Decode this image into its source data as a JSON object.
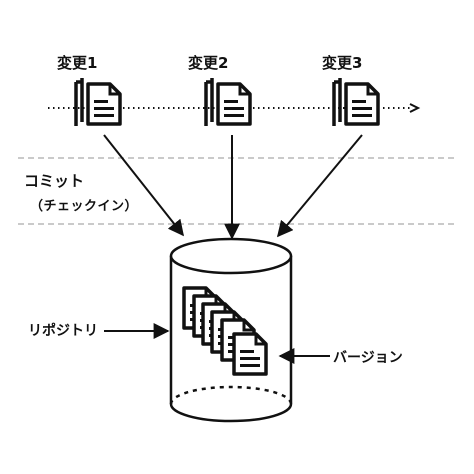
{
  "changes": [
    {
      "label": "変更1"
    },
    {
      "label": "変更2"
    },
    {
      "label": "変更3"
    }
  ],
  "commit": {
    "title": "コミット",
    "subtitle": "（チェックイン）"
  },
  "repository": {
    "label": "リポジトリ"
  },
  "version": {
    "label": "バージョン"
  },
  "colors": {
    "ink": "#111111",
    "dashed_divider": "#b8b8b8",
    "background": "#ffffff"
  },
  "icons": [
    "document-stack-icon",
    "database-cylinder-icon",
    "arrow-icon"
  ]
}
